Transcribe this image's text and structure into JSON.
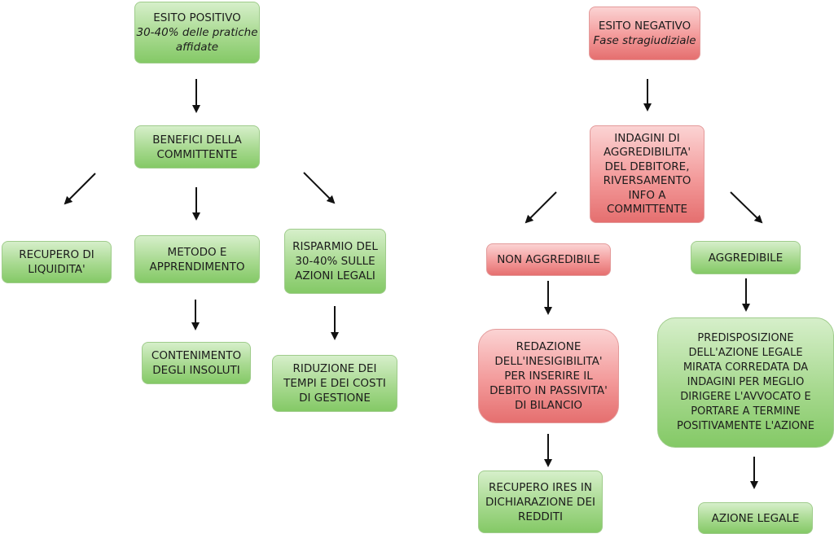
{
  "positive": {
    "title": "ESITO POSITIVO",
    "subtitle_line1": "30-40% delle pratiche",
    "subtitle_line2": "affidate",
    "benefits": [
      "BENEFICI DELLA",
      "COMMITTENTE"
    ],
    "recovery": [
      "RECUPERO DI",
      "LIQUIDITA'"
    ],
    "method": [
      "METODO E",
      "APPRENDIMENTO"
    ],
    "savings": [
      "RISPARMIO DEL",
      "30-40% SULLE",
      "AZIONI LEGALI"
    ],
    "containment": [
      "CONTENIMENTO",
      "DEGLI INSOLUTI"
    ],
    "reduction": [
      "RIDUZIONE DEI",
      "TEMPI E DEI COSTI",
      "DI GESTIONE"
    ]
  },
  "negative": {
    "title": "ESITO NEGATIVO",
    "subtitle": "Fase stragiudiziale",
    "investigation": [
      "INDAGINI DI",
      "AGGREDIBILITA'",
      "DEL DEBITORE,",
      "RIVERSAMENTO",
      "INFO A",
      "COMMITTENTE"
    ],
    "not_seizable": [
      "NON AGGREDIBILE"
    ],
    "seizable": [
      "AGGREDIBILE"
    ],
    "drafting": [
      "REDAZIONE",
      "DELL'INESIGIBILITA'",
      "PER INSERIRE IL",
      "DEBITO IN PASSIVITA'",
      "DI BILANCIO"
    ],
    "ires": [
      "RECUPERO IRES IN",
      "DICHIARAZIONE DEI",
      "REDDITI"
    ],
    "preparation": [
      "PREDISPOSIZIONE",
      "DELL'AZIONE LEGALE",
      "MIRATA CORREDATA DA",
      "INDAGINI PER MEGLIO",
      "DIRIGERE L'AVVOCATO E",
      "PORTARE A TERMINE",
      "POSITIVAMENTE L'AZIONE"
    ],
    "legal_action": [
      "AZIONE LEGALE"
    ]
  },
  "colors": {
    "positive": "#94d17a",
    "negative": "#ee8585",
    "arrow": "#111111"
  }
}
